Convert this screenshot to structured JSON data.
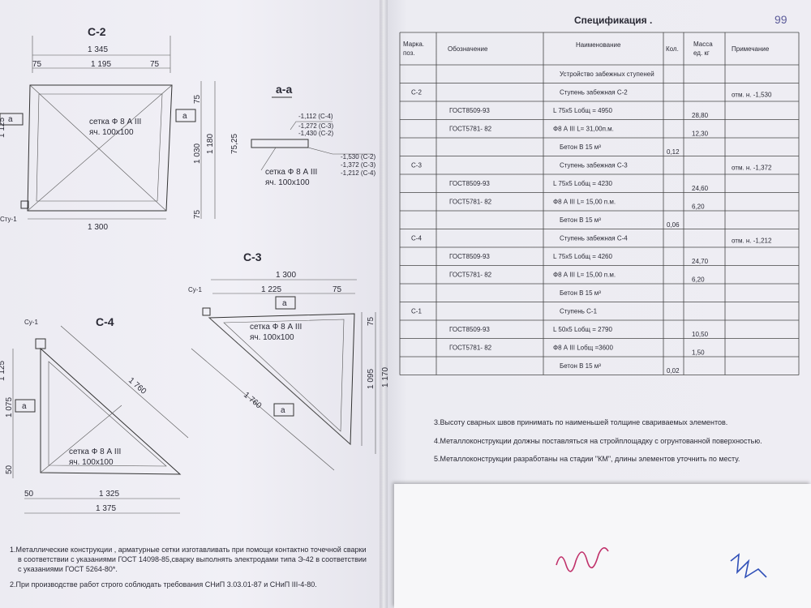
{
  "left": {
    "c2": {
      "title": "С-2",
      "d_total": "1 345",
      "d_inner": "1 195",
      "d_75a": "75",
      "d_75b": "75",
      "d_bottom": "1 300",
      "label_a": "а",
      "mesh1": "сетка Ф 8 А III",
      "mesh2": "яч. 100х100",
      "sty": "Сту-1",
      "side_1030": "1 030",
      "side_1180": "1 180",
      "side_75t": "75",
      "side_75b": "75",
      "left_dim": "1 125"
    },
    "aa": {
      "title": "а-а",
      "dim": "75,25",
      "lv1": "-1,112 (С-4)",
      "lv2": "-1,272 (С-3)",
      "lv3": "-1,430 (С-2)",
      "lv4": "-1,530 (С-2)",
      "lv5": "-1,372 (С-3)",
      "lv6": "-1,212 (С-4)",
      "mesh1": "сетка Ф 8 А III",
      "mesh2": "яч. 100х100"
    },
    "c3": {
      "title": "С-3",
      "d_total": "1 300",
      "d_inner": "1 225",
      "d_75": "75",
      "sty": "Су-1",
      "label_a1": "а",
      "label_a2": "а",
      "mesh1": "сетка Ф 8 А III",
      "mesh2": "яч. 100х100",
      "diag1": "1 760",
      "side_1095": "1 095",
      "side_1170": "1 170",
      "side_75": "75"
    },
    "c4": {
      "title": "С-4",
      "sty": "Су-1",
      "diag1": "1 760",
      "side_1075": "1 075",
      "side_50": "50",
      "label_a": "а",
      "mesh1": "сетка Ф 8 А III",
      "mesh2": "яч. 100х100",
      "d_50": "50",
      "d_1325": "1 325",
      "d_1375": "1 375",
      "side_1125": "1 125"
    },
    "notes": {
      "n1a": "1.Металлические конструкции , арматурные сетки изготавливать при помощи контактно точечной сварки",
      "n1b": "в соответствии     с указаниями ГОСТ 14098-85,сварку выполнять электродами типа Э-42 в соответствии",
      "n1c": "с указаниями ГОСТ 5264-80*.",
      "n2": "2.При производстве работ строго соблюдать требования СНиП 3.03.01-87 и СНиП III-4-80."
    }
  },
  "spec": {
    "title": "Спецификация .",
    "page_no": "99",
    "headers": [
      "Марка. поз.",
      "Обозначение",
      "Наименование",
      "Кол.",
      "Масса ед. кг",
      "Примечание"
    ],
    "rows": [
      {
        "mark": "",
        "desig": "",
        "name": "Устройство забежных ступеней",
        "qty": "",
        "mass": "",
        "note": ""
      },
      {
        "mark": "С-2",
        "desig": "",
        "name": "Ступень забежная С-2",
        "qty": "",
        "mass": "",
        "note": "отм. н. -1,530"
      },
      {
        "mark": "",
        "desig": "ГОСТ8509-93",
        "name": "L 75х5     Lобщ = 4950",
        "qty": "",
        "mass": "28,80",
        "note": ""
      },
      {
        "mark": "",
        "desig": "ГОСТ5781- 82",
        "name": "Ф8 А III     L=  31,00п.м.",
        "qty": "",
        "mass": "12,30",
        "note": ""
      },
      {
        "mark": "",
        "desig": "",
        "name": "Бетон В 15     м³",
        "qty": "0,12",
        "mass": "",
        "note": ""
      },
      {
        "mark": "С-3",
        "desig": "",
        "name": "Ступень забежная С-3",
        "qty": "",
        "mass": "",
        "note": "отм. н. -1,372"
      },
      {
        "mark": "",
        "desig": "ГОСТ8509-93",
        "name": "L 75х5     Lобщ = 4230",
        "qty": "",
        "mass": "24,60",
        "note": ""
      },
      {
        "mark": "",
        "desig": "ГОСТ5781- 82",
        "name": "Ф8 А III     L=  15,00 п.м.",
        "qty": "",
        "mass": "6,20",
        "note": ""
      },
      {
        "mark": "",
        "desig": "",
        "name": "Бетон В 15     м³",
        "qty": "0,06",
        "mass": "",
        "note": ""
      },
      {
        "mark": "С-4",
        "desig": "",
        "name": "Ступень забежная С-4",
        "qty": "",
        "mass": "",
        "note": "отм. н. -1,212"
      },
      {
        "mark": "",
        "desig": "ГОСТ8509-93",
        "name": "L 75х5     Lобщ =  4260",
        "qty": "",
        "mass": "24,70",
        "note": ""
      },
      {
        "mark": "",
        "desig": "ГОСТ5781- 82",
        "name": "Ф8 А III     L= 15,00 п.м.",
        "qty": "",
        "mass": "6,20",
        "note": ""
      },
      {
        "mark": "",
        "desig": "",
        "name": "Бетон В 15     м³",
        "qty": "",
        "mass": "",
        "note": ""
      },
      {
        "mark": "С-1",
        "desig": "",
        "name": "Ступень  С-1",
        "qty": "",
        "mass": "",
        "note": ""
      },
      {
        "mark": "",
        "desig": "ГОСТ8509-93",
        "name": "L 50х5     Lобщ =   2790",
        "qty": "",
        "mass": "10,50",
        "note": ""
      },
      {
        "mark": "",
        "desig": "ГОСТ5781- 82",
        "name": "Ф8 А III     Lобщ =3600",
        "qty": "",
        "mass": "1,50",
        "note": ""
      },
      {
        "mark": "",
        "desig": "",
        "name": "Бетон В 15     м³",
        "qty": "0,02",
        "mass": "",
        "note": ""
      }
    ],
    "notes": {
      "n3": "3.Высоту   сварных швов принимать по наименьшей толщине свариваемых элементов.",
      "n4": "4.Металлоконструкции должны поставляться на стройплощадку    с огрунтованной поверхностью.",
      "n5": "5.Металлоконструкции разработаны на стадии \"КМ\",  длины  элементов уточнить по месту."
    }
  },
  "colors": {
    "paper": "#eeedf3",
    "ink": "#2a2a35",
    "pen_red": "#c0306a",
    "pen_blue": "#3050b8",
    "background": "#7d7d80"
  }
}
